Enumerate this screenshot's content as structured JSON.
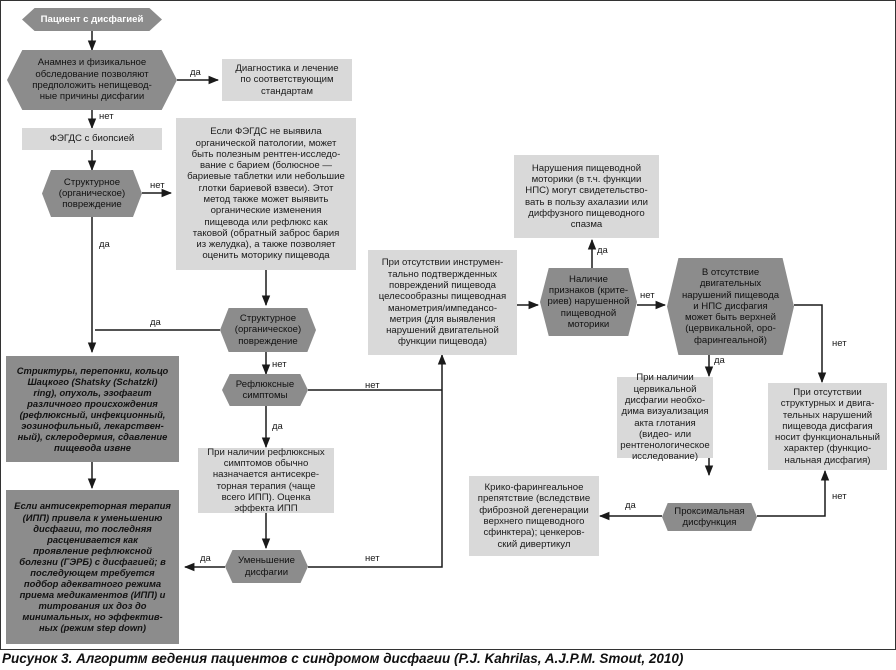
{
  "nodes": {
    "start": "Пациент с дисфагией",
    "anamnesis": "Анамнез и физикальное\nобследование позволяют\nпредположить непищевод-\nные причины дисфагии",
    "diagnostics": "Диагностика и лечение\nпо соответствующим\nстандартам",
    "egds": "ФЭГДС с биопсией",
    "structural1": "Структурное\n(органическое)\nповреждение",
    "barium": "Если ФЭГДС не выявила\nорганической патологии, может\nбыть полезным рентген-исследо-\nвание с барием (болюсное —\nбариевые таблетки или небольшие\nглотки бариевой взвеси). Этот\nметод также может выявить\nорганические изменения\nпищевода или рефлюкс как\nтаковой (обратный заброс бария\nиз желудка), а также позволяет\nоценить моторику пищевода",
    "structural2": "Структурное\n(органическое)\nповреждение",
    "strictures": "Стриктуры, перепонки, кольцо\nШацкого (Shatsky (Schatzki)\nring), опухоль, эзофагит\nразличного происхождения\n(рефлюксный, инфекционный,\nэозинофильный, лекарствен-\nный), склеродермия, сдавление\nпищевода извне",
    "reflux": "Рефлюксные\nсимптомы",
    "ppi_therapy": "При наличии рефлюксных\nсимптомов обычно\nназначается антисекре-\nторная терапия (чаще\nвсего ИПП). Оценка\nэффекта ИПП",
    "reduction": "Уменьшение\nдисфагии",
    "ppi_effect": "Если антисекреторная терапия\n(ИПП) привела к уменьшению\nдисфагии, то последняя\nрасценивается как\nпроявление рефлюксной\nболезни (ГЭРБ) с дисфагией; в\nпоследующем требуется\nподбор адекватного режима\nприема медикаментов (ИПП) и\nтитрования их доз до\nминимальных, но эффектив-\nных (режим step down)",
    "manometry": "При отсутствии инструмен-\nтально подтвержденных\nповреждений пищевода\nцелесообразны пищеводная\nманометрия/импедансо-\nметрия (для выявления\nнарушений двигательной\nфункции пищевода)",
    "signs": "Наличие\nпризнаков (крите-\nриев) нарушенной\nпищеводной\nмоторики",
    "motility": "Нарушения пищеводной\nмоторики (в т.ч. функции\nНПС) могут свидетельство-\nвать в пользу ахалазии или\nдиффузного пищеводного\nспазма",
    "upper": "В отсутствие\nдвигательных\nнарушений пищевода\nи НПС дисфагия\nможет быть верхней\n(цервикальной, оро-\nфарингеальной)",
    "cervical": "При наличии\nцервикальной\nдисфагии необхо-\nдима визуализация\nакта глотания\n(видео- или\nрентгенологическое\nисследование)",
    "functional": "При отсутствии\nструктурных и двига-\nтельных нарушений\nпищевода дисфагия\nносит функциональный\nхарактер (функцио-\nнальная дисфагия)",
    "proximal": "Проксимальная\nдисфункция",
    "crico": "Крико-фарингеальное\nпрепятствие (вследствие\nфиброзной дегенерации\nверхнего пищеводного\nсфинктера); ценкеров-\nский дивертикул"
  },
  "labels": {
    "yes": "да",
    "no": "нет"
  },
  "caption": "Рисунок 3. Алгоритм ведения пациентов с синдромом дисфагии (P.J. Kahrilas, A.J.P.M. Smout, 2010)",
  "colors": {
    "dark": "#8c8c8c",
    "light": "#d9d9d9",
    "line": "#1a1a1a"
  }
}
